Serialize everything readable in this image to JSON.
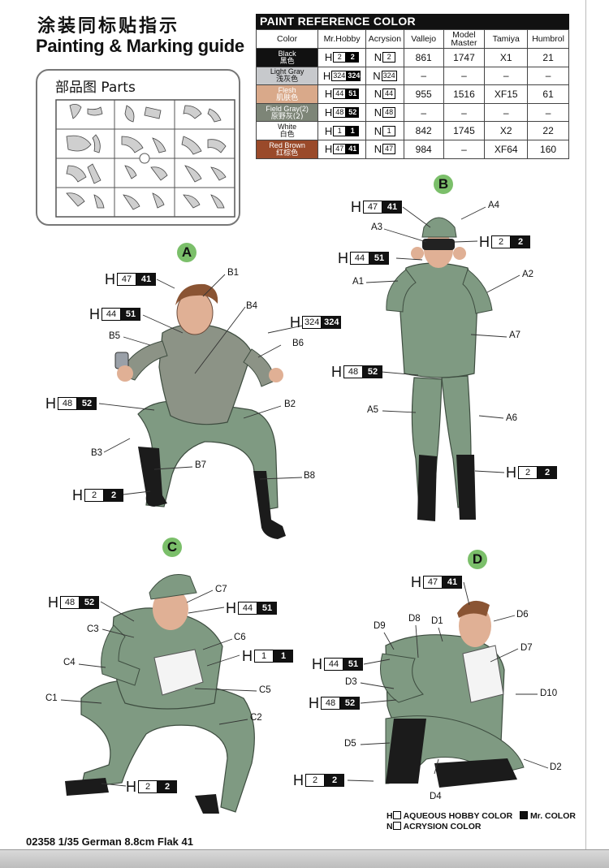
{
  "header": {
    "title_cn": "涂装同标贴指示",
    "title_en": "Painting & Marking guide"
  },
  "parts": {
    "title": "部品图 Parts"
  },
  "paint_table": {
    "title": "PAINT  REFERENCE COLOR",
    "columns": [
      "Color",
      "Mr.Hobby",
      "Acrysion",
      "Vallejo",
      "Model Master",
      "Tamiya",
      "Humbrol"
    ],
    "rows": [
      {
        "name": "Black",
        "name_cn": "黑色",
        "swatch": "#111111",
        "text": "#ffffff",
        "h_w": "2",
        "h_b": "2",
        "n": "2",
        "vallejo": "861",
        "model_master": "1747",
        "tamiya": "X1",
        "humbrol": "21"
      },
      {
        "name": "Light Gray",
        "name_cn": "浅灰色",
        "swatch": "#c7c9cc",
        "text": "#111111",
        "h_w": "324",
        "h_b": "324",
        "n": "324",
        "vallejo": "–",
        "model_master": "–",
        "tamiya": "–",
        "humbrol": "–"
      },
      {
        "name": "Flesh",
        "name_cn": "肌肤色",
        "swatch": "#d9a98a",
        "text": "#ffffff",
        "h_w": "44",
        "h_b": "51",
        "n": "44",
        "vallejo": "955",
        "model_master": "1516",
        "tamiya": "XF15",
        "humbrol": "61"
      },
      {
        "name": "Field Gray(2)",
        "name_cn": "原野灰(2)",
        "swatch": "#7d8577",
        "text": "#ffffff",
        "h_w": "48",
        "h_b": "52",
        "n": "48",
        "vallejo": "–",
        "model_master": "–",
        "tamiya": "–",
        "humbrol": "–"
      },
      {
        "name": "White",
        "name_cn": "白色",
        "swatch": "#ffffff",
        "text": "#111111",
        "h_w": "1",
        "h_b": "1",
        "n": "1",
        "vallejo": "842",
        "model_master": "1745",
        "tamiya": "X2",
        "humbrol": "22"
      },
      {
        "name": "Red Brown",
        "name_cn": "红棕色",
        "swatch": "#9a4a2a",
        "text": "#ffffff",
        "h_w": "47",
        "h_b": "41",
        "n": "47",
        "vallejo": "984",
        "model_master": "–",
        "tamiya": "XF64",
        "humbrol": "160"
      }
    ]
  },
  "sections": {
    "a": "A",
    "b": "B",
    "c": "C",
    "d": "D"
  },
  "callouts": {
    "h": "H",
    "a_hair": {
      "w": "47",
      "b": "41"
    },
    "a_face": {
      "w": "44",
      "b": "51"
    },
    "a_shirt": {
      "w": "324",
      "b": "324"
    },
    "a_pants": {
      "w": "48",
      "b": "52"
    },
    "a_boots": {
      "w": "2",
      "b": "2"
    },
    "b_cap": {
      "w": "47",
      "b": "41"
    },
    "b_binoc": {
      "w": "2",
      "b": "2"
    },
    "b_face": {
      "w": "44",
      "b": "51"
    },
    "b_uniform": {
      "w": "48",
      "b": "52"
    },
    "b_boots": {
      "w": "2",
      "b": "2"
    },
    "c_uniform": {
      "w": "48",
      "b": "52"
    },
    "c_face": {
      "w": "44",
      "b": "51"
    },
    "c_paper": {
      "w": "1",
      "b": "1"
    },
    "c_boots": {
      "w": "2",
      "b": "2"
    },
    "d_hair": {
      "w": "47",
      "b": "41"
    },
    "d_face": {
      "w": "44",
      "b": "51"
    },
    "d_uniform": {
      "w": "48",
      "b": "52"
    },
    "d_boots": {
      "w": "2",
      "b": "2"
    }
  },
  "labels": {
    "B1": "B1",
    "B2": "B2",
    "B3": "B3",
    "B4": "B4",
    "B5": "B5",
    "B6": "B6",
    "B7": "B7",
    "B8": "B8",
    "A1": "A1",
    "A2": "A2",
    "A3": "A3",
    "A4": "A4",
    "A5": "A5",
    "A6": "A6",
    "A7": "A7",
    "C1": "C1",
    "C2": "C2",
    "C3": "C3",
    "C4": "C4",
    "C5": "C5",
    "C6": "C6",
    "C7": "C7",
    "D1": "D1",
    "D2": "D2",
    "D3": "D3",
    "D4": "D4",
    "D5": "D5",
    "D6": "D6",
    "D7": "D7",
    "D8": "D8",
    "D9": "D9",
    "D10": "D10"
  },
  "legend": {
    "h_prefix": "H",
    "h_text": "AQUEOUS HOBBY COLOR",
    "mr_text": "Mr. COLOR",
    "n_prefix": "N",
    "n_text": "ACRYSION COLOR"
  },
  "footer": {
    "title": "02358 1/35 German 8.8cm Flak 41"
  }
}
